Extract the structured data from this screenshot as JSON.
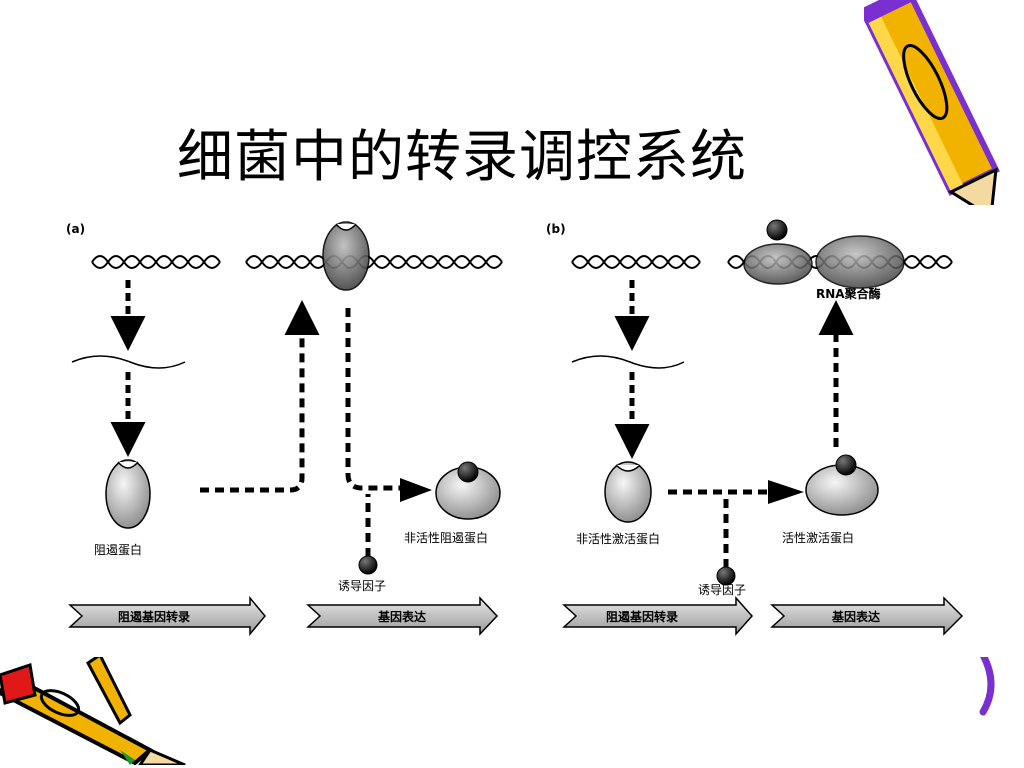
{
  "slide": {
    "title": "细菌中的转录调控系统"
  },
  "panel_a": {
    "tag": "(a)",
    "repressor": "阻遏蛋白",
    "inactive_repressor": "非活性阻遏蛋白",
    "inducer": "诱导因子",
    "arrow_1": "阻遏基因转录",
    "arrow_2": "基因表达"
  },
  "panel_b": {
    "tag": "(b)",
    "inactive_activator": "非活性激活蛋白",
    "active_activator": "活性激活蛋白",
    "inducer": "诱导因子",
    "rna_polymerase": "RNA聚合酶",
    "arrow_1": "阻遏基因转录",
    "arrow_2": "基因表达"
  },
  "colors": {
    "pencil_body": "#f2b200",
    "pencil_outline": "#7a2fd0",
    "pencil_tip": "#e01818",
    "ink": "#000000"
  }
}
